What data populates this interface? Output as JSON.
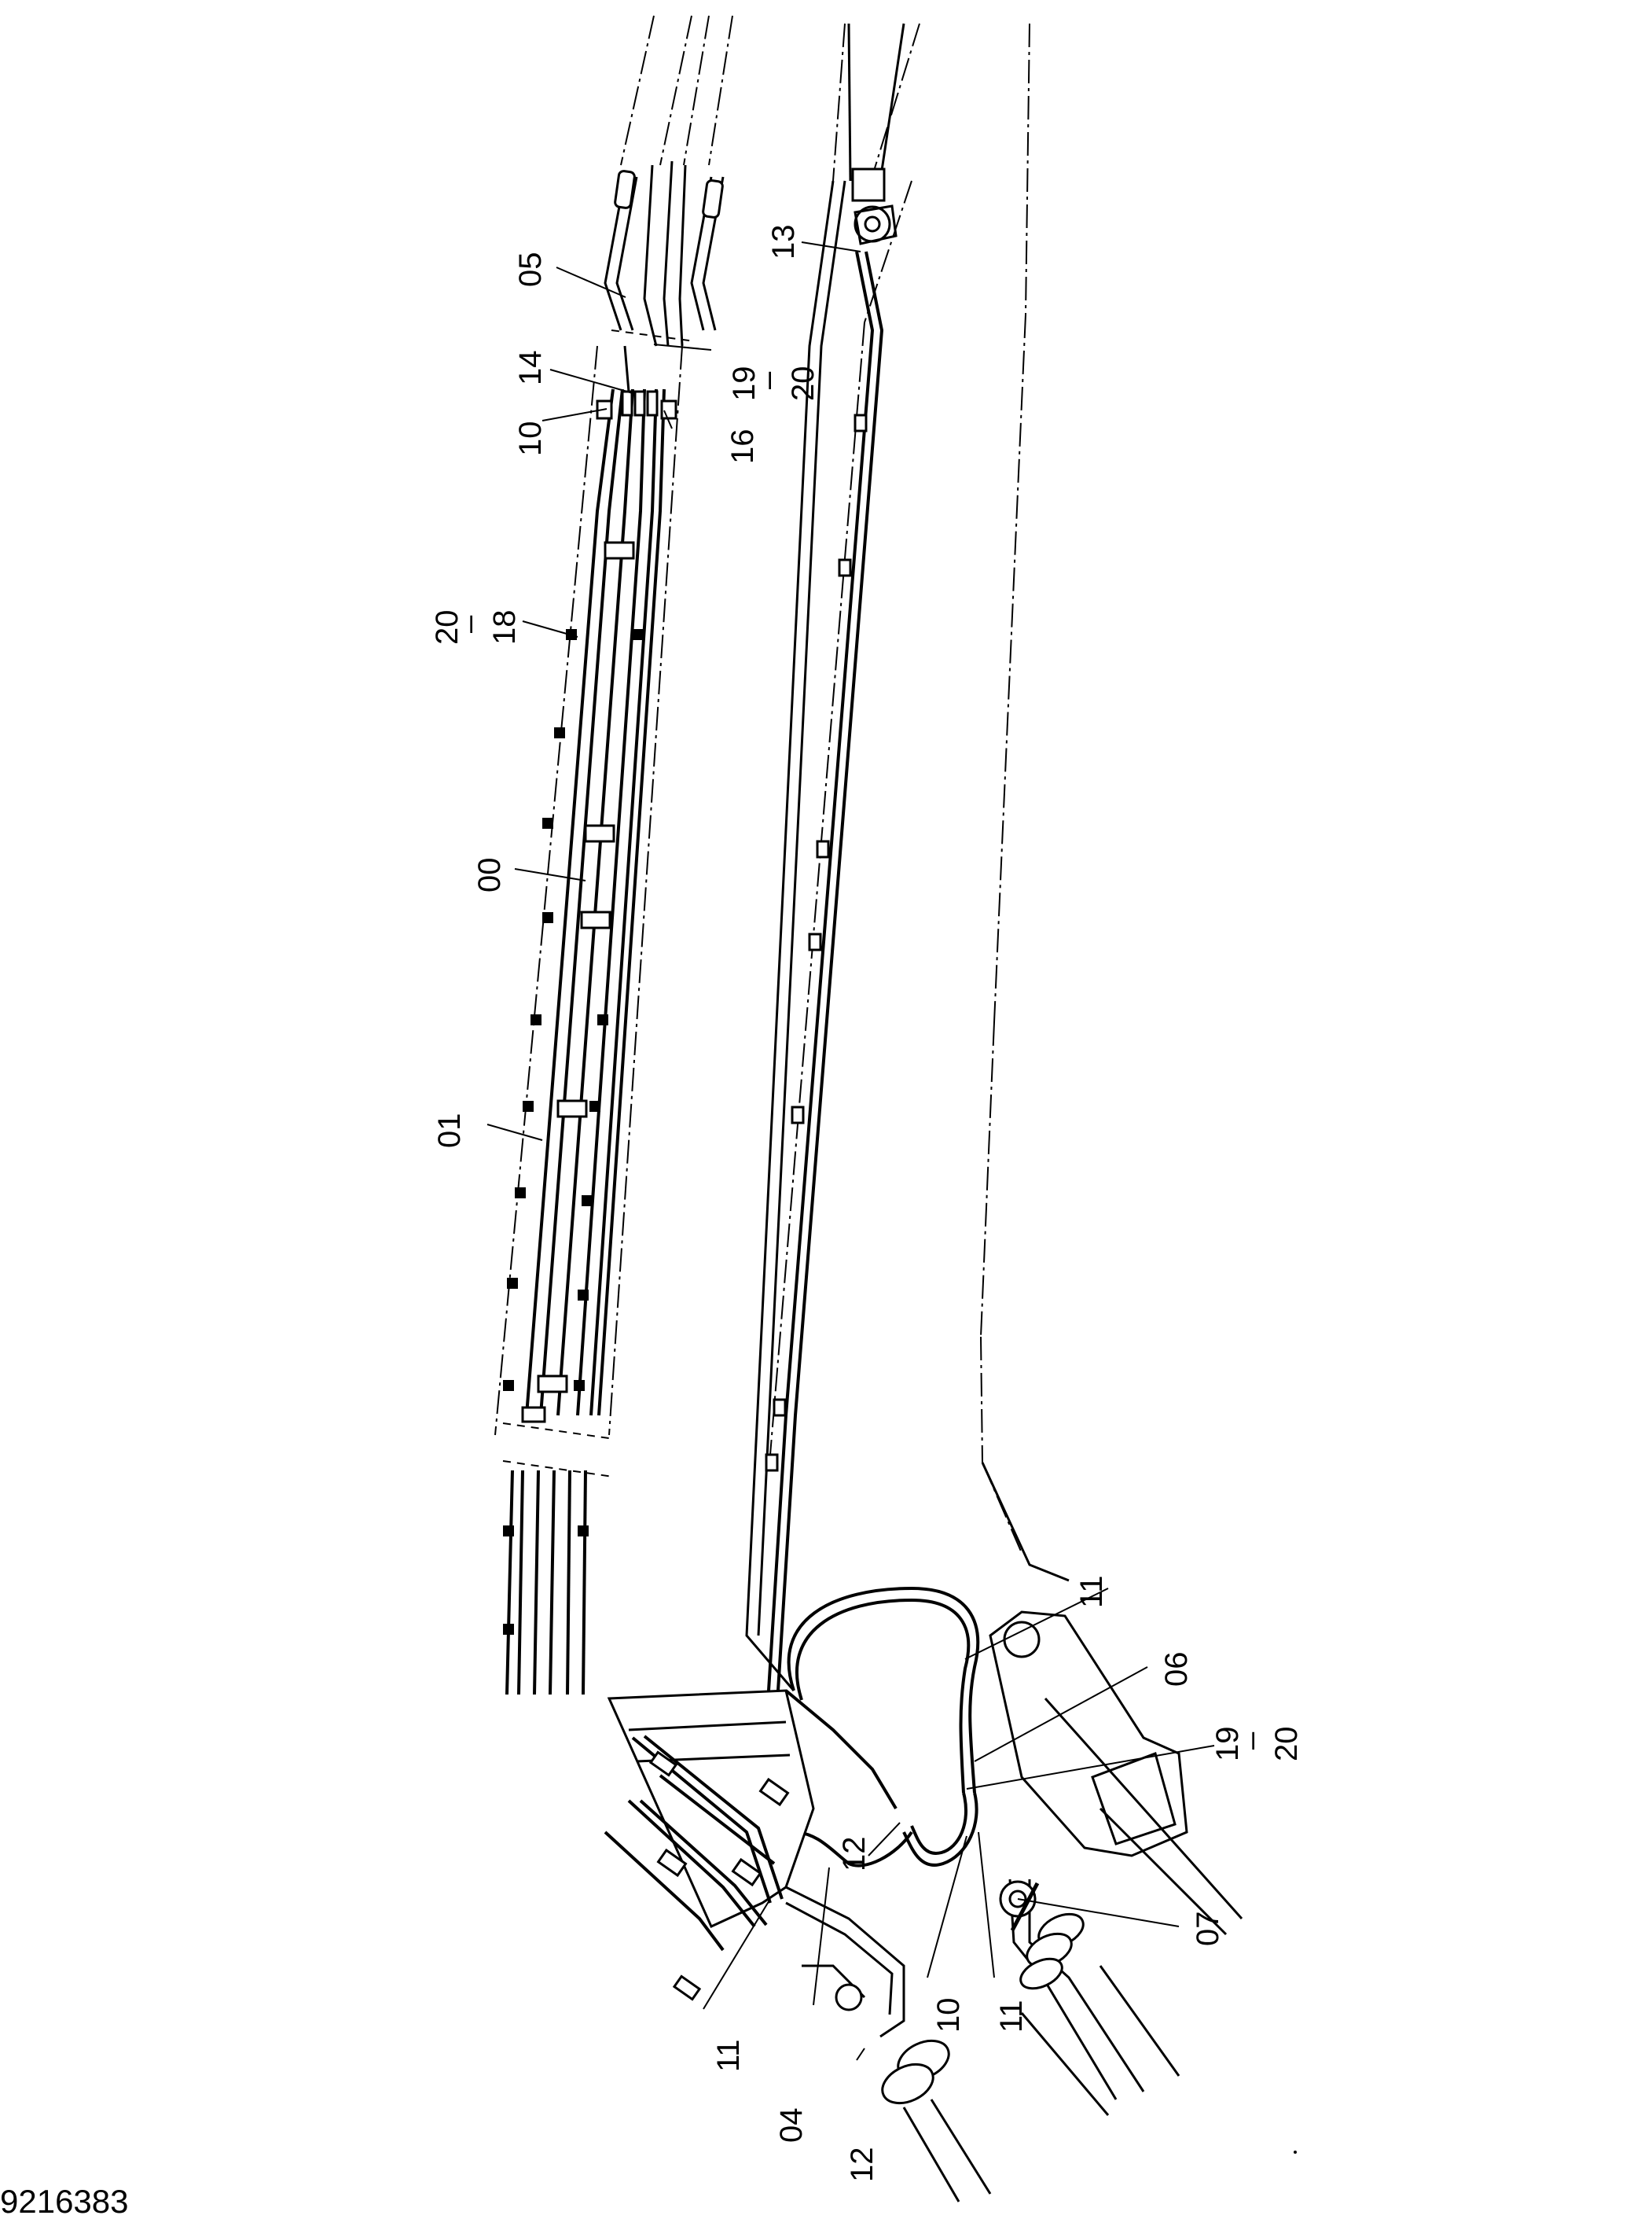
{
  "document_number": "9216383",
  "callouts": {
    "c05": "05",
    "c14": "14",
    "c10a": "10",
    "c19a": "19",
    "c20a": "20",
    "c16": "16",
    "c20b": "20",
    "c18": "18",
    "c00": "00",
    "c01": "01",
    "c13": "13",
    "c11a": "11",
    "c06": "06",
    "c19b": "19",
    "c20c": "20",
    "c07": "07",
    "c12a": "12",
    "c10b": "10",
    "c11b": "11",
    "c11c": "11",
    "c04": "04",
    "c12b": "12"
  },
  "range_dash": "–"
}
